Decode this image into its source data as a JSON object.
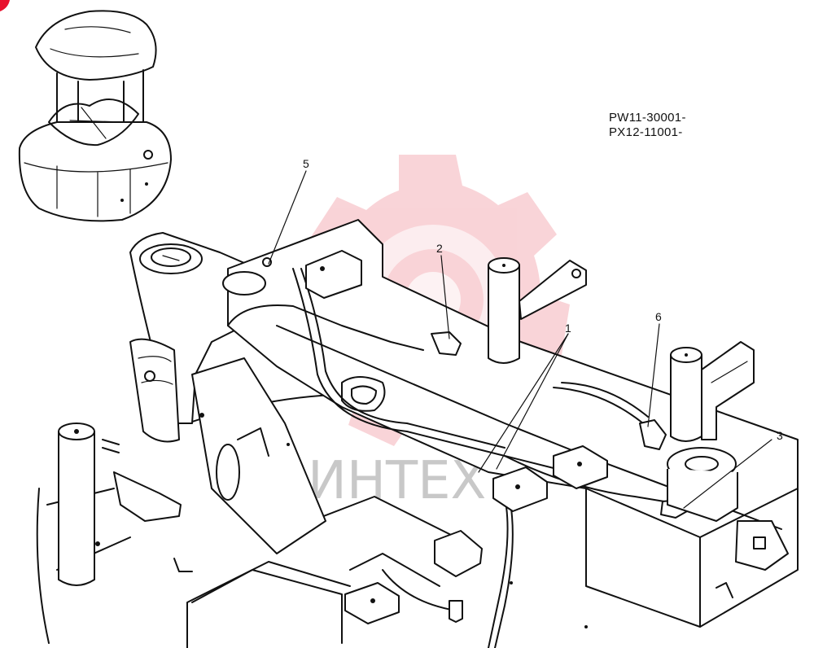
{
  "serials": [
    "PW11-30001-",
    "PX12-11001-"
  ],
  "callouts": [
    "1",
    "2",
    "3",
    "5",
    "6"
  ],
  "watermark": {
    "text": "ИНТЕХ"
  },
  "colors": {
    "ink": "#111111",
    "watermark_red": "#f2a0a8",
    "watermark_text": "#c8c8c8",
    "corner_red": "#e8112d"
  }
}
